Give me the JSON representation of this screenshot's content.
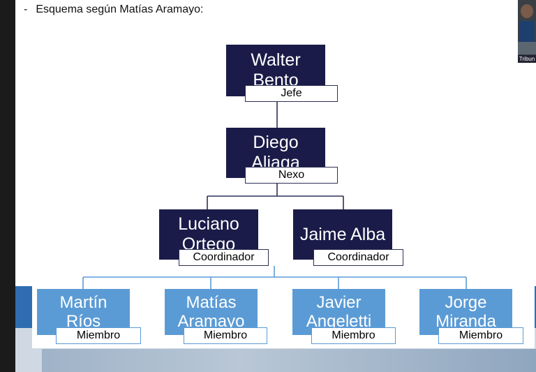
{
  "slide": {
    "bullet": "-",
    "heading": "Esquema según Matías Aramayo:"
  },
  "video": {
    "caption": "Tribun"
  },
  "org": {
    "boss": {
      "name": "Walter Bento",
      "role": "Jefe"
    },
    "link": {
      "name": "Diego Aliaga",
      "role": "Nexo"
    },
    "coordinators": [
      {
        "name": "Luciano Ortego",
        "role": "Coordinador"
      },
      {
        "name": "Jaime Alba",
        "role": "Coordinador"
      }
    ],
    "members": [
      {
        "name": "Martín Ríos",
        "role": "Miembro"
      },
      {
        "name": "Matías Aramayo",
        "role": "Miembro"
      },
      {
        "name": "Javier Angeletti",
        "role": "Miembro"
      },
      {
        "name": "Jorge Miranda",
        "role": "Miembro"
      }
    ]
  },
  "colors": {
    "dark_box": "#1a1b48",
    "light_box": "#5b9bd5",
    "connector": "#2d2f55",
    "bottom_band": "#2f6db0"
  }
}
